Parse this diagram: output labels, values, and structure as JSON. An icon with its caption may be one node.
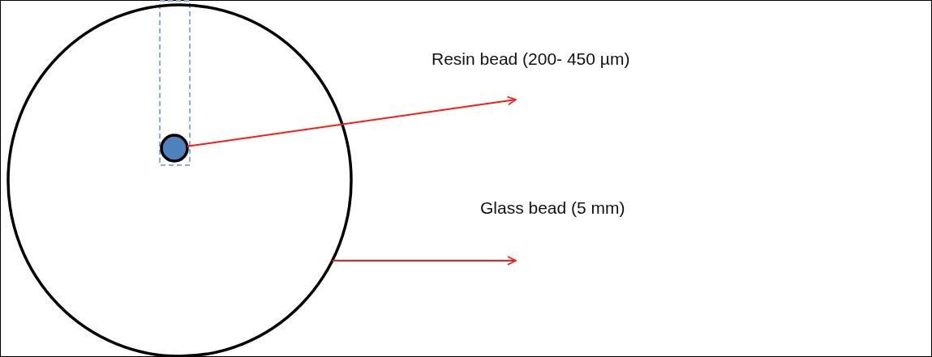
{
  "diagram": {
    "nodes": [
      {
        "text": [],
        "shape": "circle"
      },
      {
        "text": [],
        "shape": "circle",
        "in": 0
      }
    ],
    "edges": [
      {
        "from": 1,
        "to": null,
        "arrow": "to"
      },
      {
        "from": 0,
        "to": null,
        "arrow": "to"
      }
    ],
    "labels": [
      "Resin bead (200- 450 µm)",
      "Glass bead (5 mm)"
    ]
  }
}
